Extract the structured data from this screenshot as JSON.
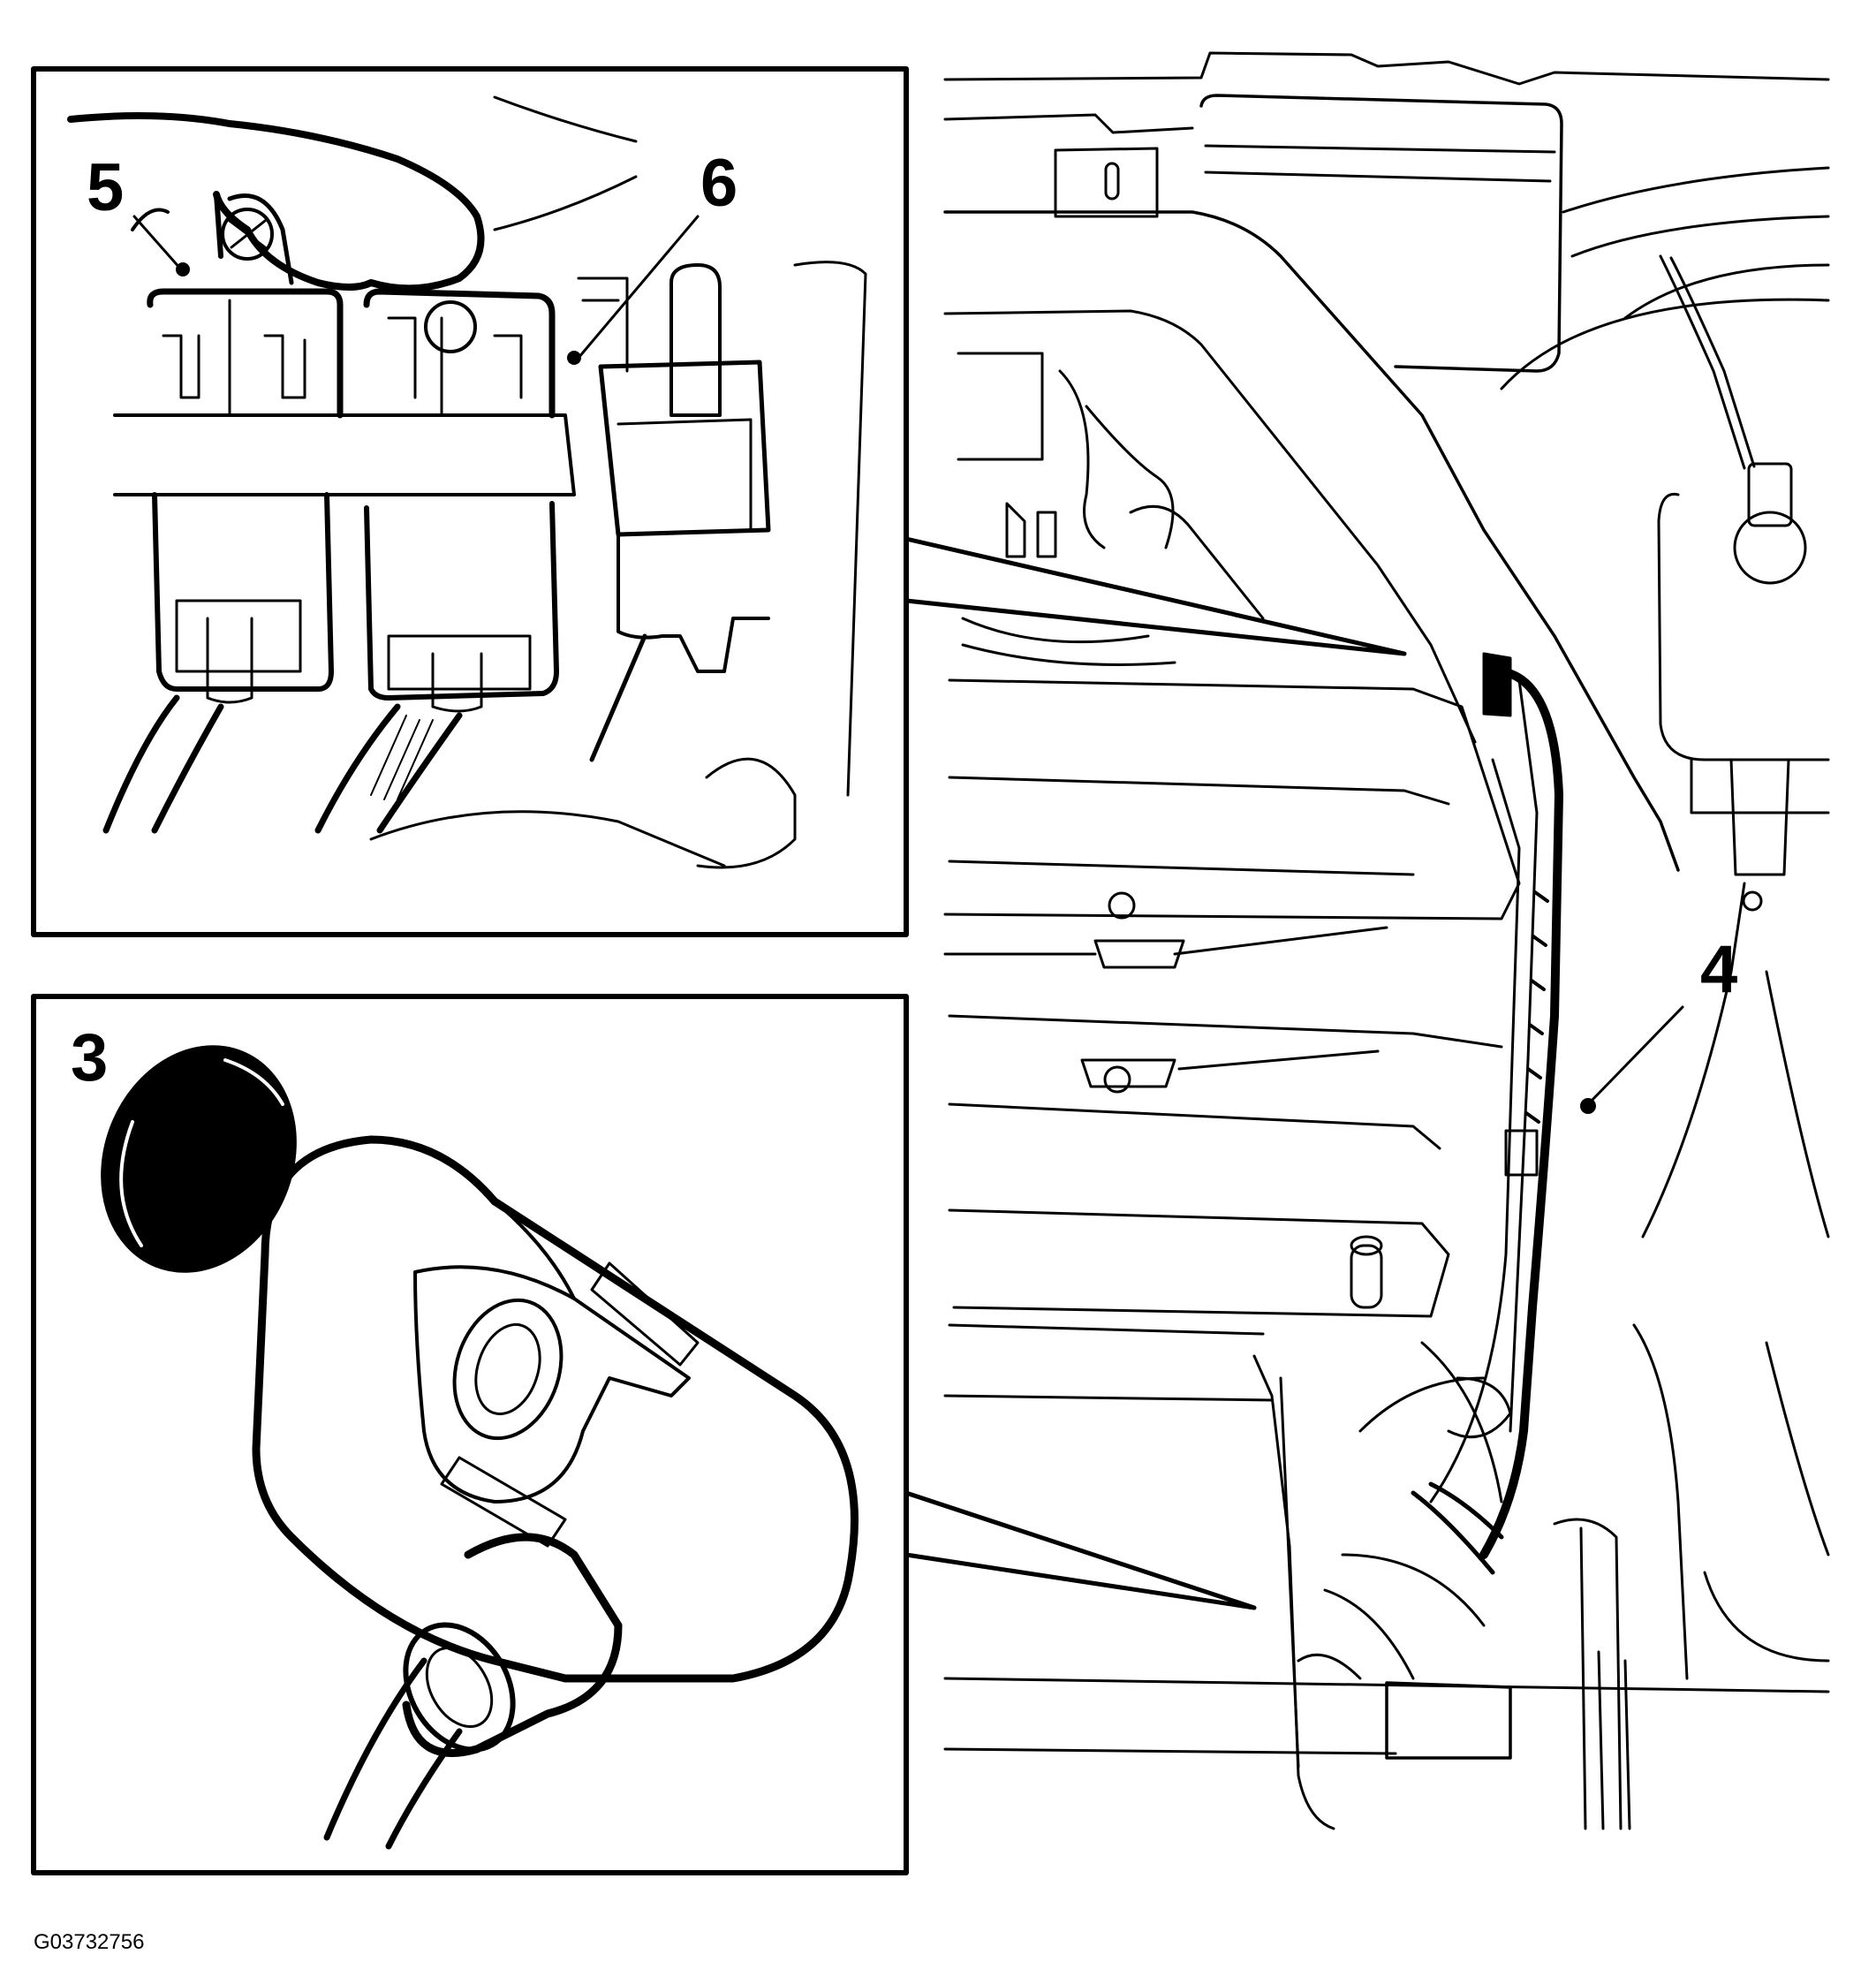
{
  "callouts": {
    "connector_a": "5",
    "connector_b": "6",
    "sensor": "3",
    "harness": "4"
  },
  "figure_id": "G03732756",
  "colors": {
    "ink": "#000000",
    "paper": "#ffffff"
  }
}
